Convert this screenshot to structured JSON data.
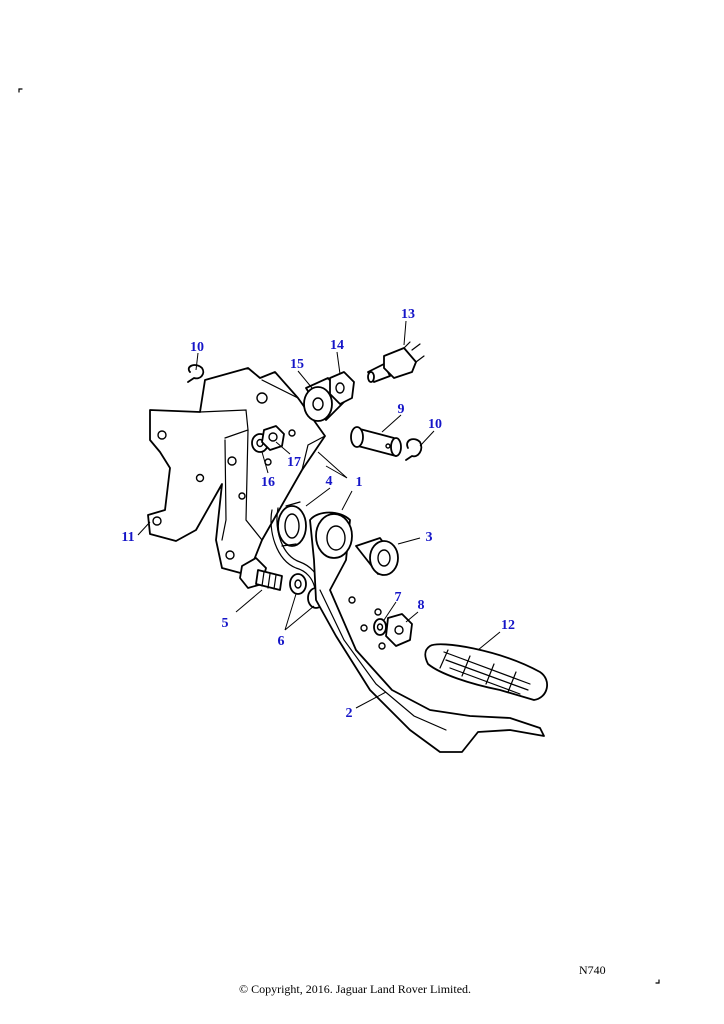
{
  "callouts": {
    "c1": "1",
    "c2": "2",
    "c3": "3",
    "c4": "4",
    "c5": "5",
    "c6": "6",
    "c7": "7",
    "c8": "8",
    "c9": "9",
    "c10a": "10",
    "c10b": "10",
    "c11": "11",
    "c12": "12",
    "c13": "13",
    "c14": "14",
    "c15": "15",
    "c16": "16",
    "c17": "17"
  },
  "colors": {
    "callout": "#1515c8",
    "line": "#000000",
    "background": "#ffffff"
  },
  "footer": {
    "code": "N740",
    "copyright": "© Copyright, 2016. Jaguar Land Rover Limited."
  }
}
